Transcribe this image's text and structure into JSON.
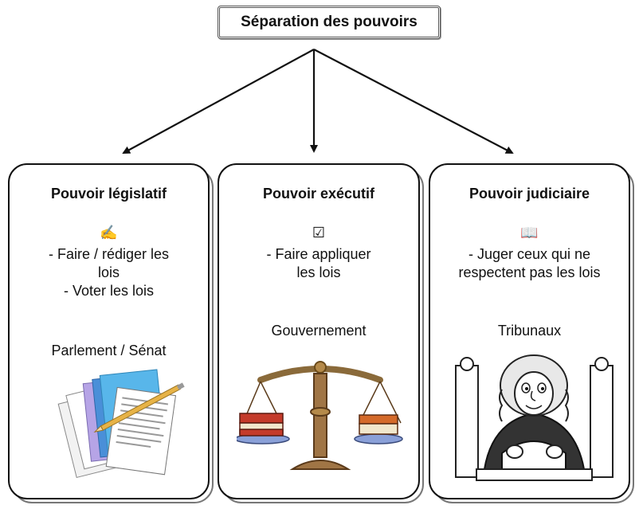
{
  "root": {
    "title": "Séparation des pouvoirs"
  },
  "branches": [
    {
      "title": "Pouvoir législatif",
      "icon": "writing-hand-icon",
      "icon_glyph": "✍",
      "lines": [
        "- Faire / rédiger les",
        "lois",
        "- Voter les lois"
      ],
      "institution": "Parlement / Sénat",
      "illustration": "documents-and-pencil-illustration"
    },
    {
      "title": "Pouvoir exécutif",
      "icon": "checkbox-icon",
      "icon_glyph": "☑",
      "lines": [
        "- Faire appliquer",
        "les lois"
      ],
      "institution": "Gouvernement",
      "illustration": "scales-of-justice-illustration"
    },
    {
      "title": "Pouvoir judiciaire",
      "icon": "open-book-icon",
      "icon_glyph": "📖",
      "lines": [
        "- Juger ceux qui ne",
        "respectent pas les lois"
      ],
      "institution": "Tribunaux",
      "illustration": "judge-illustration"
    }
  ],
  "colors": {
    "border": "#111111",
    "arrow": "#111111"
  }
}
